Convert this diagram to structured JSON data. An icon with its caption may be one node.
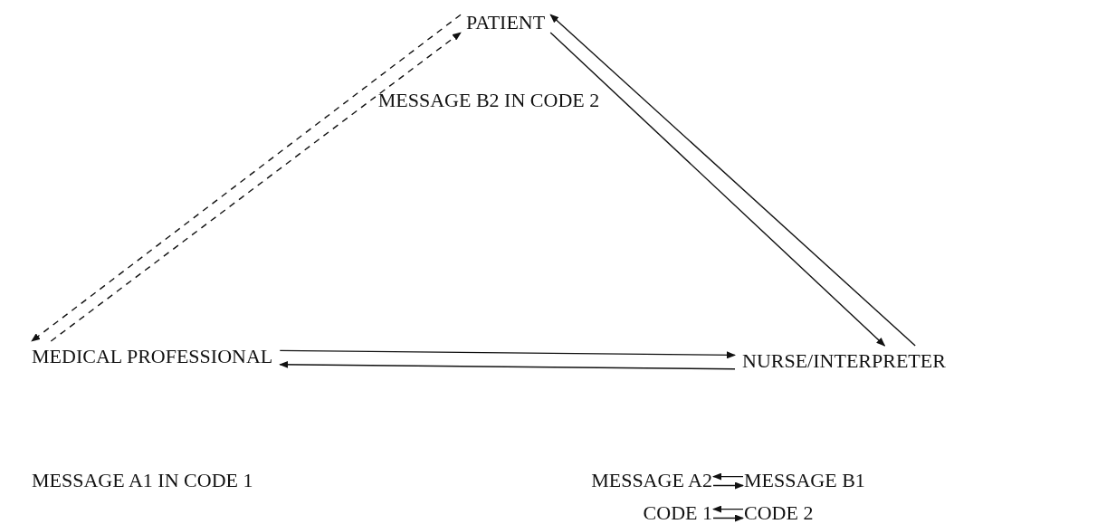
{
  "diagram": {
    "nodes": [
      {
        "text": [
          "PATIENT"
        ]
      },
      {
        "text": [
          "MEDICAL PROFESSIONAL"
        ]
      },
      {
        "text": [
          "NURSE/INTERPRETER"
        ]
      },
      {
        "text": [
          "MESSAGE A2"
        ]
      },
      {
        "text": [
          "MESSAGE B1"
        ]
      },
      {
        "text": [
          "CODE 1"
        ]
      },
      {
        "text": [
          "CODE 2"
        ]
      }
    ],
    "edges": [
      {
        "from": 0,
        "to": 1,
        "arrow": "to",
        "style": "dashed"
      },
      {
        "from": 1,
        "to": 0,
        "arrow": "to",
        "style": "dashed"
      },
      {
        "from": 2,
        "to": 0,
        "arrow": "to"
      },
      {
        "from": 0,
        "to": 2,
        "arrow": "to"
      },
      {
        "from": 1,
        "to": 2,
        "arrow": "to"
      },
      {
        "from": 2,
        "to": 1,
        "arrow": "to"
      },
      {
        "from": 4,
        "to": 3,
        "arrow": "to"
      },
      {
        "from": 3,
        "to": 4,
        "arrow": "to"
      },
      {
        "from": 6,
        "to": 5,
        "arrow": "to"
      },
      {
        "from": 5,
        "to": 6,
        "arrow": "to"
      }
    ],
    "labels": [
      "MESSAGE B2 IN CODE 2",
      "MESSAGE A1 IN CODE 1"
    ]
  }
}
